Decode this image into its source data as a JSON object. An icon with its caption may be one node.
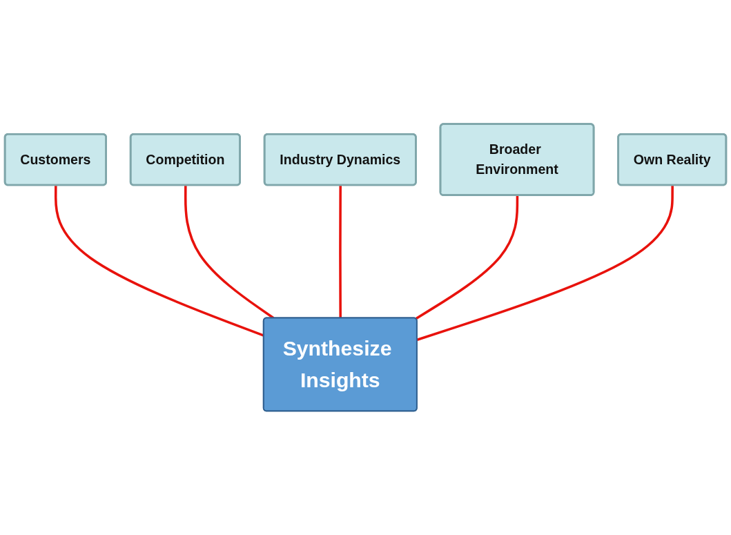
{
  "diagram": {
    "nodes": [
      {
        "text": [
          "Industry Dynamics"
        ]
      },
      {
        "text": [
          "Competition"
        ]
      },
      {
        "text": [
          "Broader Environment"
        ]
      },
      {
        "text": [
          "Customers"
        ]
      },
      {
        "text": [
          "Own Reality"
        ]
      },
      {
        "text": [
          "Synthesize Insights"
        ]
      }
    ],
    "edges": [
      {
        "from": 3,
        "to": 5,
        "arrow": "none"
      },
      {
        "from": 1,
        "to": 5,
        "arrow": "none"
      },
      {
        "from": 0,
        "to": 5,
        "arrow": "none"
      },
      {
        "from": 2,
        "to": 5,
        "arrow": "none"
      },
      {
        "from": 4,
        "to": 5,
        "arrow": "none"
      }
    ]
  }
}
